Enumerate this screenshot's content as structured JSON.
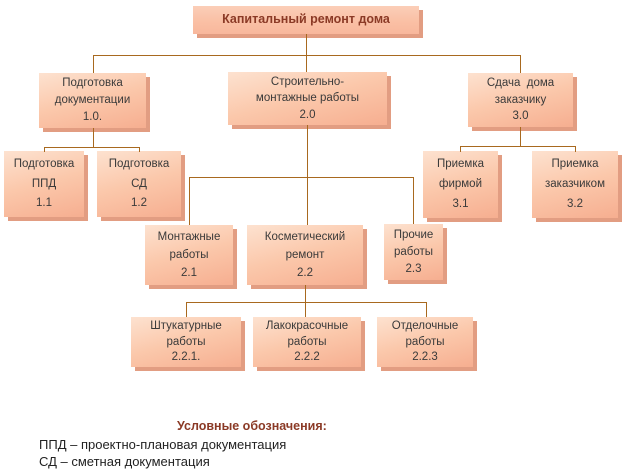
{
  "diagram": {
    "title": "Капитальный ремонт дома",
    "type": "work-breakdown-structure",
    "colors": {
      "box_face_light": "#fde2d0",
      "box_face_dark": "#f6ae90",
      "box_shadow": "#e29d82",
      "connector_line": "#a8691f",
      "title_text": "#8b3a26",
      "node_text": "#3a3a3a"
    },
    "nodes": [
      {
        "id": "root",
        "code": "",
        "lines": [
          "Капитальный ремонт дома"
        ]
      },
      {
        "id": "1.0",
        "code": "1.0.",
        "lines": [
          "Подготовка",
          "документации",
          "1.0."
        ]
      },
      {
        "id": "2.0",
        "code": "2.0",
        "lines": [
          "Строительно-",
          "монтажные работы",
          "2.0"
        ]
      },
      {
        "id": "3.0",
        "code": "3.0",
        "lines": [
          "Сдача  дома",
          "заказчику",
          "3.0"
        ]
      },
      {
        "id": "1.1",
        "code": "1.1",
        "lines": [
          "Подготовка",
          "ППД",
          "1.1"
        ]
      },
      {
        "id": "1.2",
        "code": "1.2",
        "lines": [
          "Подготовка",
          "СД",
          "1.2"
        ]
      },
      {
        "id": "3.1",
        "code": "3.1",
        "lines": [
          "Приемка",
          "фирмой",
          "3.1"
        ]
      },
      {
        "id": "3.2",
        "code": "3.2",
        "lines": [
          "Приемка",
          "заказчиком",
          "3.2"
        ]
      },
      {
        "id": "2.1",
        "code": "2.1",
        "lines": [
          "Монтажные",
          "работы",
          "2.1"
        ]
      },
      {
        "id": "2.2",
        "code": "2.2",
        "lines": [
          "Косметический",
          "ремонт",
          "2.2"
        ]
      },
      {
        "id": "2.3",
        "code": "2.3",
        "lines": [
          "Прочие",
          "работы",
          "2.3"
        ]
      },
      {
        "id": "2.2.1",
        "code": "2.2.1.",
        "lines": [
          "Штукатурные",
          "работы",
          "2.2.1."
        ]
      },
      {
        "id": "2.2.2",
        "code": "2.2.2",
        "lines": [
          "Лакокрасочные",
          "работы",
          "2.2.2"
        ]
      },
      {
        "id": "2.2.3",
        "code": "2.2.3",
        "lines": [
          "Отделочные",
          "работы",
          "2.2.3"
        ]
      }
    ],
    "legend": {
      "heading": "Условные обозначения:",
      "items": [
        "ППД – проектно-плановая документация",
        "СД – сметная документация"
      ]
    }
  }
}
